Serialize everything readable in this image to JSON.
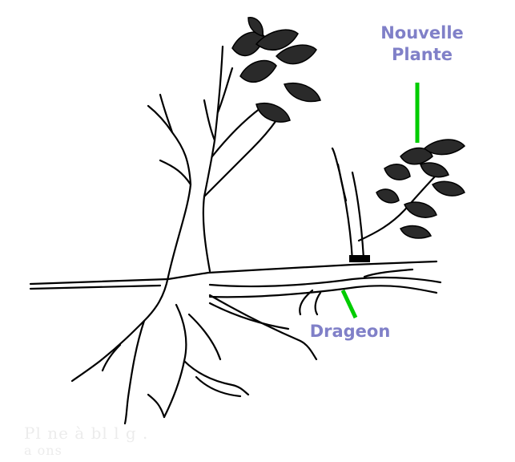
{
  "labels": {
    "new_plant_line1": "Nouvelle",
    "new_plant_line2": "Plante",
    "sucker": "Drageon"
  },
  "faded_caption": {
    "line1": "Pl    ne à  bl    l   g  .",
    "line2": "a  ons"
  },
  "colors": {
    "label_text": "#8080c8",
    "pointer_line": "#00cc00",
    "ink": "#000000",
    "background": "#ffffff"
  }
}
